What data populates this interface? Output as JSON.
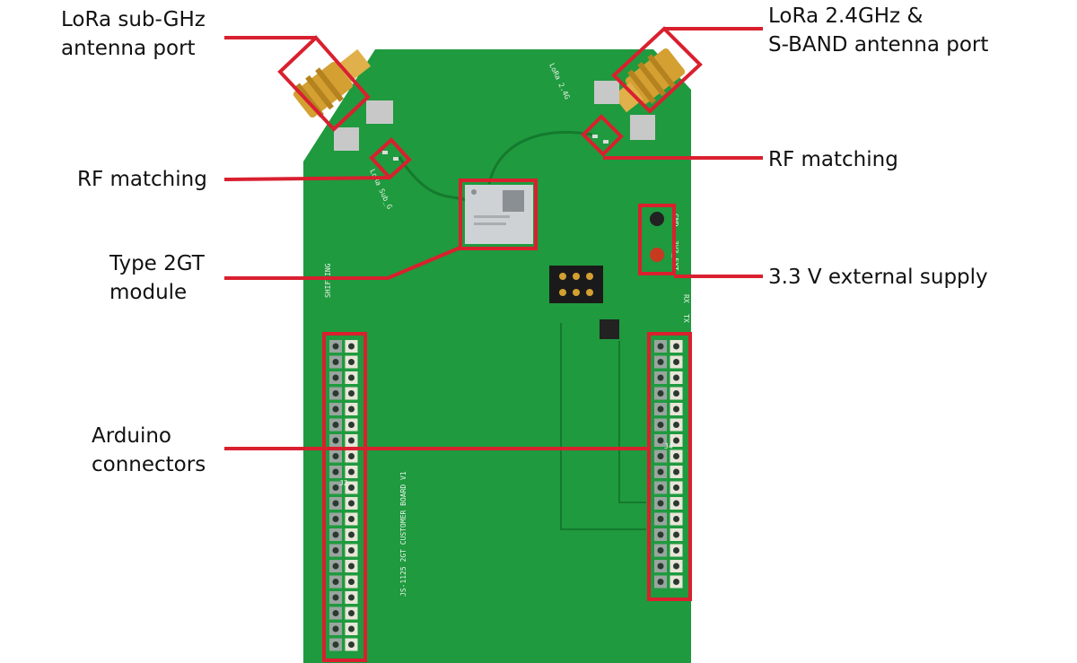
{
  "colors": {
    "pcb": "#1f9a3e",
    "pcb_dark": "#147a2e",
    "callout": "#d9202f",
    "gold": "#d4a032",
    "text": "#111111"
  },
  "callouts": {
    "lora_sub_ghz": "LoRa sub-GHz\nantenna port",
    "lora_24": "LoRa 2.4GHz &\nS-BAND antenna port",
    "rf_left": "RF matching",
    "rf_right": "RF matching",
    "module": "Type 2GT\nmodule",
    "ext_supply": "3.3 V external supply",
    "arduino": "Arduino\nconnectors"
  },
  "silkscreen": {
    "left_antenna": "LoRa Sub_G",
    "right_antenna": "LoRa 2.4G",
    "board_name": "JS-1125 2GT CUSTOMER BOARD V1",
    "shifting": "SHIFTING",
    "gnd": "GND",
    "ext": "3V3_EXT",
    "rx": "RX",
    "tx": "TX",
    "j2": "J2",
    "j4": "J4"
  },
  "icons": {
    "antenna": "sma-connector-icon",
    "module": "rf-module-icon"
  }
}
